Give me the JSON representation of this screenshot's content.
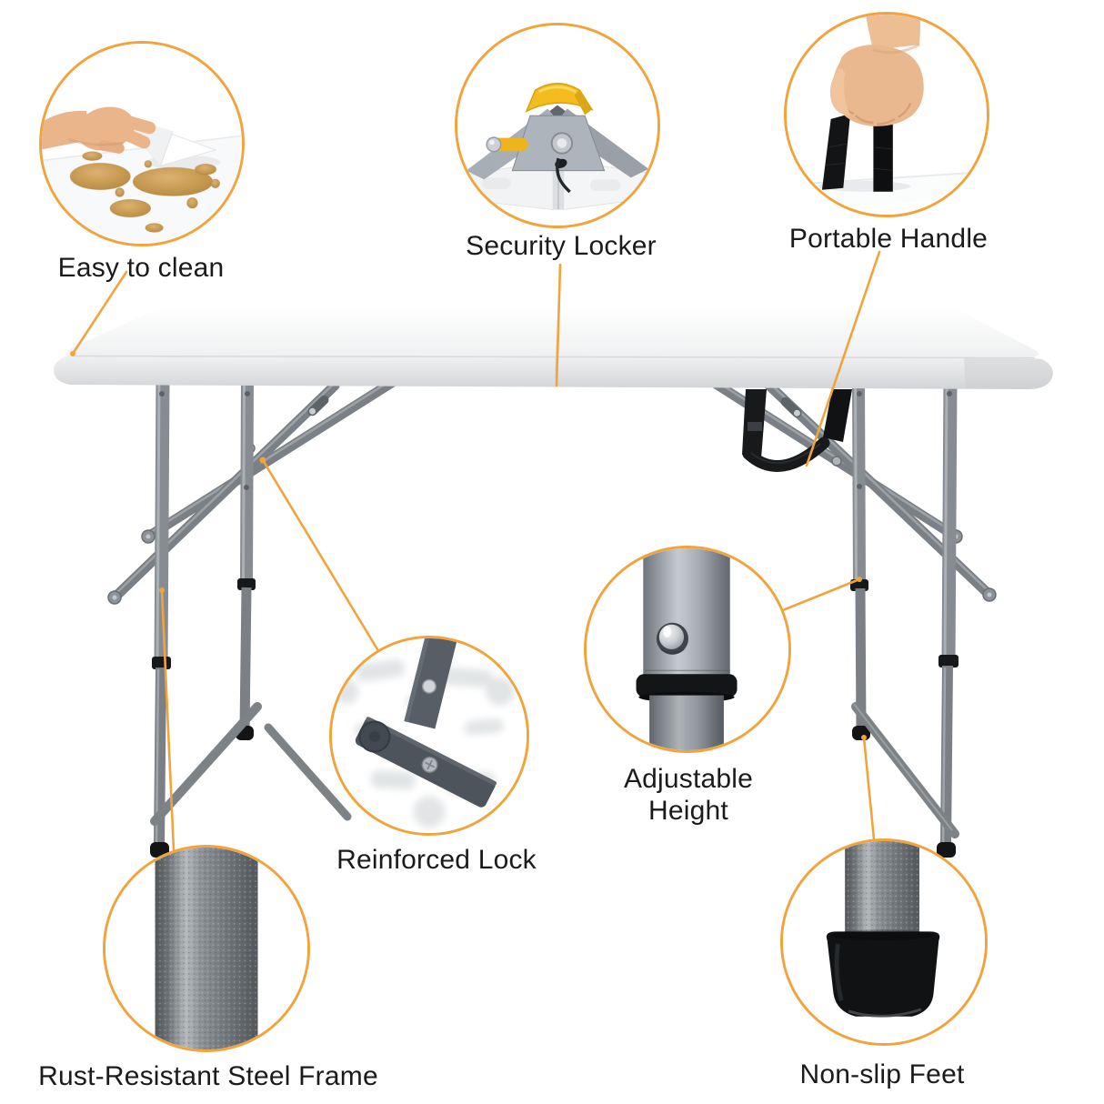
{
  "colors": {
    "accent_orange": "#F2A43C",
    "label_text": "#1B1B1B",
    "lock_clip_yellow": "#F3BC1F",
    "steel_gray": "#84898F",
    "strap_black": "#17191B",
    "spill_brown": "#C6984F",
    "tabletop_white": "#F7F8F9"
  },
  "callouts": {
    "easy_clean": {
      "label": "Easy to clean"
    },
    "security_locker": {
      "label": "Security Locker"
    },
    "portable_handle": {
      "label": "Portable Handle"
    },
    "reinforced_lock": {
      "label": "Reinforced Lock"
    },
    "adjustable_height": {
      "label": "Adjustable Height",
      "lines": [
        "Adjustable",
        "Height"
      ]
    },
    "rust_resistant": {
      "label": "Rust-Resistant Steel Frame"
    },
    "non_slip": {
      "label": "Non-slip Feet"
    }
  }
}
